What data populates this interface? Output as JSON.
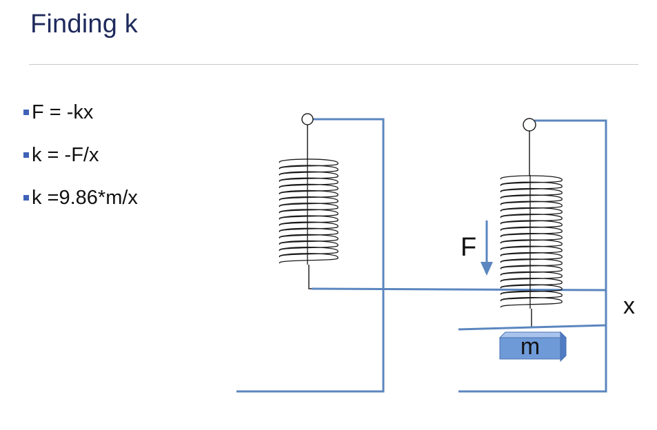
{
  "slide": {
    "title": "Finding k",
    "bullets": [
      "F = -kx",
      "k = -F/x",
      "k =9.86*m/x"
    ]
  },
  "diagram": {
    "force_label": "F",
    "displacement_label": "x",
    "mass_label": "m",
    "colors": {
      "stand": "#5b86bf",
      "spring": "#1a1a1a",
      "mass_fill": "#6f9ad8",
      "title": "#1f2a5c"
    }
  }
}
